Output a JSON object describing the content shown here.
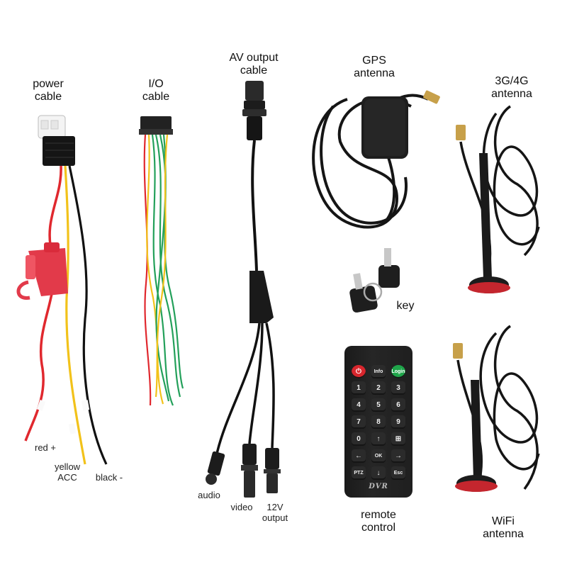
{
  "labels": {
    "power_cable": "power\ncable",
    "io_cable": "I/O\ncable",
    "av_output_cable": "AV output\ncable",
    "gps_antenna": "GPS\nantenna",
    "cell_antenna": "3G/4G\nantenna",
    "key": "key",
    "remote_control": "remote\ncontrol",
    "wifi_antenna": "WiFi\nantenna",
    "red_plus": "red +",
    "yellow_acc": "yellow\nACC",
    "black_minus": "black -",
    "audio": "audio",
    "video": "video",
    "twelve_v_output": "12V\noutput"
  },
  "remote": {
    "keys_row1": [
      "⏻",
      "Info",
      "Login"
    ],
    "keys_row2": [
      "1",
      "2",
      "3"
    ],
    "keys_row3": [
      "4",
      "5",
      "6"
    ],
    "keys_row4": [
      "7",
      "8",
      "9"
    ],
    "keys_row5": [
      "0",
      "↑",
      "⊞"
    ],
    "keys_row6": [
      "←",
      "OK",
      "→"
    ],
    "keys_row7": [
      "PTZ",
      "↓",
      "Esc"
    ],
    "brand": "DVR"
  },
  "colors": {
    "wire_red": "#e0282e",
    "wire_yellow": "#f2c21a",
    "wire_black": "#111111",
    "wire_green": "#23a05a",
    "fuse_red": "#e23a4a",
    "antenna_base_red": "#c4262e",
    "gold": "#c7a04a"
  }
}
